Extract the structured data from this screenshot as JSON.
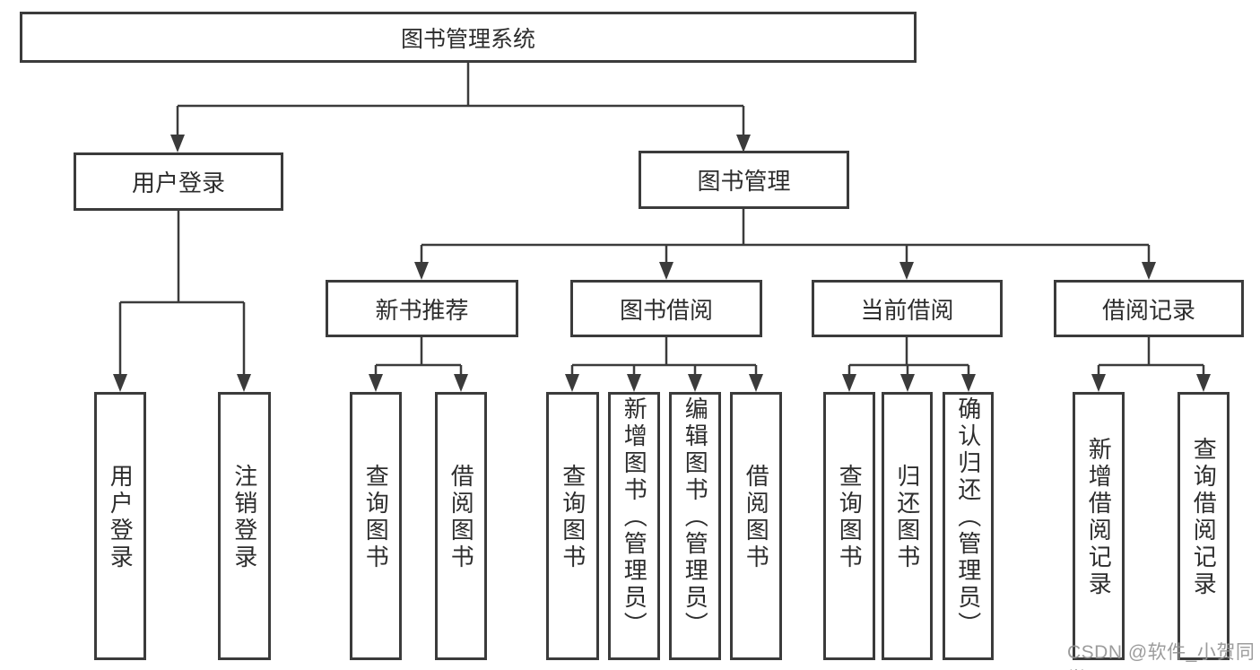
{
  "diagram_title": "图书管理系统",
  "tree": {
    "label": "图书管理系统",
    "children": [
      {
        "label": "用户登录",
        "children": [
          {
            "label": "用户登录"
          },
          {
            "label": "注销登录"
          }
        ]
      },
      {
        "label": "图书管理",
        "children": [
          {
            "label": "新书推荐",
            "children": [
              {
                "label": "查询图书"
              },
              {
                "label": "借阅图书"
              }
            ]
          },
          {
            "label": "图书借阅",
            "children": [
              {
                "label": "查询图书"
              },
              {
                "label": "新增图书（管理员）"
              },
              {
                "label": "编辑图书（管理员）"
              },
              {
                "label": "借阅图书"
              }
            ]
          },
          {
            "label": "当前借阅",
            "children": [
              {
                "label": "查询图书"
              },
              {
                "label": "归还图书"
              },
              {
                "label": "确认归还（管理员）"
              }
            ]
          },
          {
            "label": "借阅记录",
            "children": [
              {
                "label": "新增借阅记录"
              },
              {
                "label": "查询借阅记录"
              }
            ]
          }
        ]
      }
    ]
  },
  "colors": {
    "line": "#3b3b3b",
    "text": "#2d2d2d",
    "background": "#ffffff",
    "watermark": "#949494"
  },
  "watermark": {
    "text": "CSDN @软件_小贺同学"
  }
}
